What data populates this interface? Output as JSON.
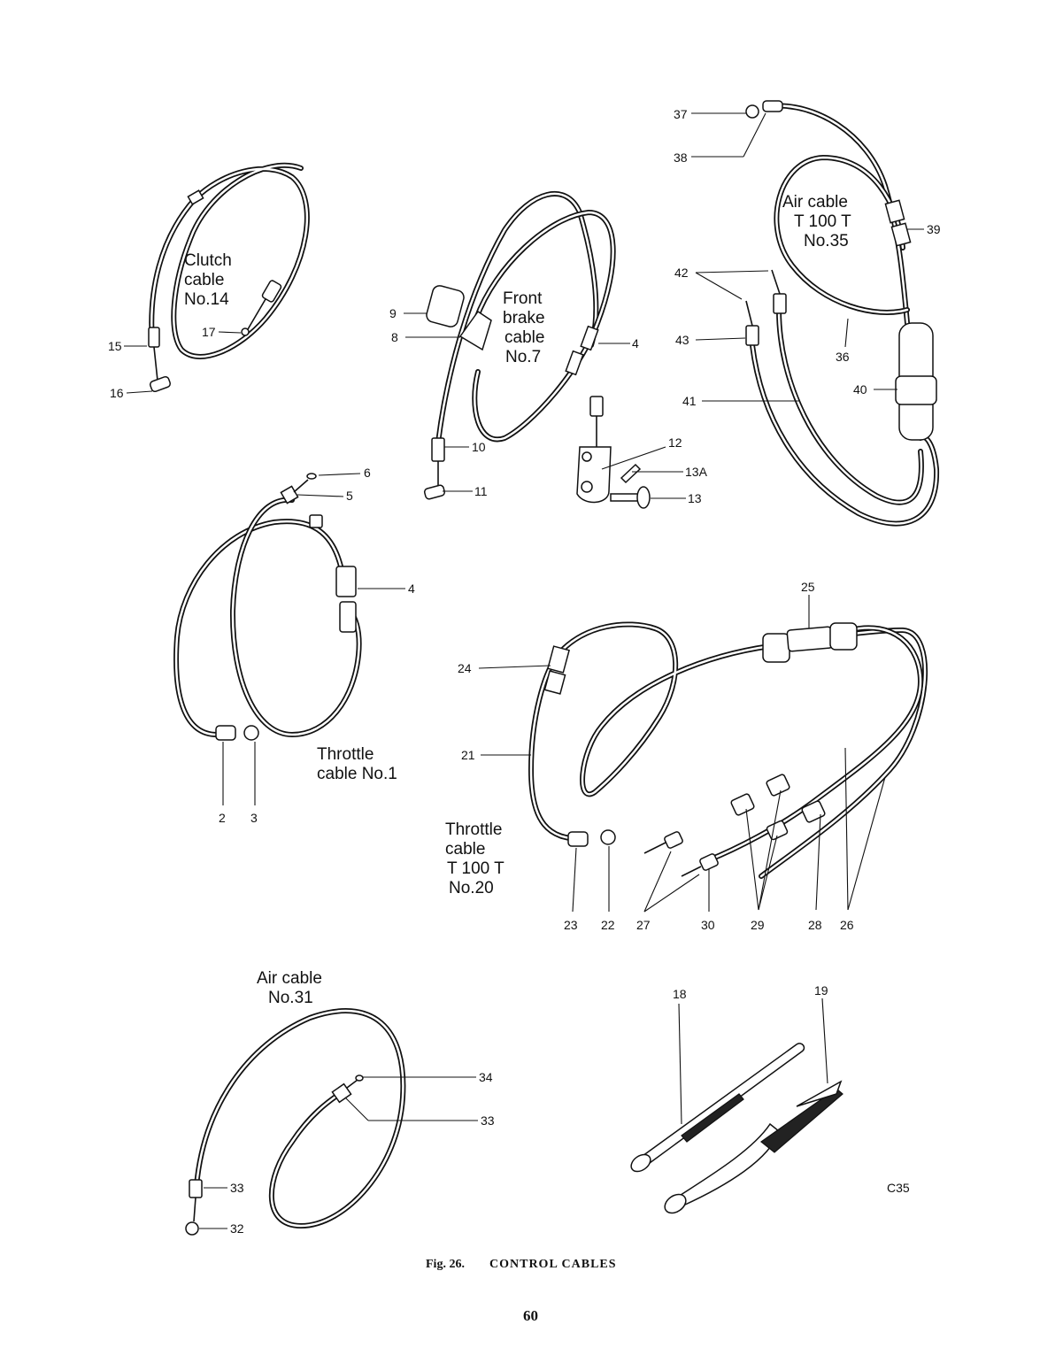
{
  "figure": {
    "caption_prefix": "Fig. 26.",
    "caption_title": "CONTROL CABLES",
    "page_number": "60",
    "drawing_code": "C35"
  },
  "titles": {
    "clutch": [
      "Clutch",
      "cable",
      "No.14"
    ],
    "front_brake": [
      "Front",
      "brake",
      "cable",
      "No.7"
    ],
    "air_t100t": [
      "Air cable",
      "T 100 T",
      "No.35"
    ],
    "throttle_1": [
      "Throttle",
      "cable No.1"
    ],
    "throttle_t100t": [
      "Throttle",
      "cable",
      "T 100 T",
      "No.20"
    ],
    "air_31": [
      "Air cable",
      "No.31"
    ]
  },
  "callouts": {
    "clutch": [
      "15",
      "16",
      "17"
    ],
    "front_brake": [
      "9",
      "8",
      "4",
      "10",
      "11",
      "12",
      "13A",
      "13"
    ],
    "air_t100t": [
      "37",
      "38",
      "39",
      "42",
      "43",
      "36",
      "40",
      "41"
    ],
    "throttle_1": [
      "6",
      "5",
      "4",
      "2",
      "3"
    ],
    "throttle_t100t": [
      "25",
      "24",
      "21",
      "23",
      "22",
      "27",
      "30",
      "29",
      "28",
      "26"
    ],
    "air_31": [
      "34",
      "33",
      "33",
      "32"
    ],
    "tools": [
      "18",
      "19"
    ]
  }
}
